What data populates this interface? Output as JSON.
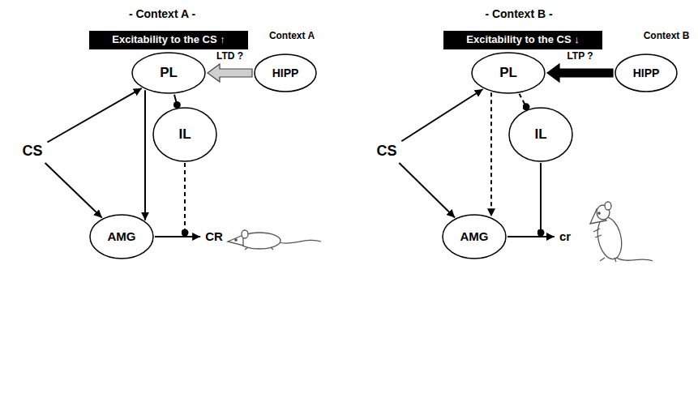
{
  "diagram": {
    "nodes": [
      {
        "text": [
          "Excitability to the CS ↑"
        ]
      },
      {
        "text": [
          "PL"
        ]
      },
      {
        "text": [
          "HIPP"
        ]
      },
      {
        "text": [
          "CS"
        ]
      },
      {
        "text": [
          "IL"
        ]
      },
      {
        "text": [
          "AMG"
        ]
      },
      {
        "text": [
          "CR"
        ]
      },
      {
        "text": [
          "Excitability to the CS ↓"
        ]
      },
      {
        "text": [
          "PL"
        ]
      },
      {
        "text": [
          "HIPP"
        ]
      },
      {
        "text": [
          "CS"
        ]
      },
      {
        "text": [
          "IL"
        ]
      },
      {
        "text": [
          "AMG"
        ]
      },
      {
        "text": [
          "cr"
        ]
      }
    ],
    "edges": [
      {
        "from": 3,
        "to": 1,
        "arrow": "to"
      },
      {
        "from": 3,
        "to": 5,
        "arrow": "to"
      },
      {
        "from": 1,
        "to": 5,
        "arrow": "to"
      },
      {
        "from": 1,
        "to": 4,
        "arrow": "to"
      },
      {
        "from": 4,
        "to": 6,
        "arrow": "to"
      },
      {
        "from": 5,
        "to": 6,
        "arrow": "to"
      },
      {
        "from": 2,
        "to": 1,
        "label": "LTD ?",
        "arrow": "to"
      },
      {
        "from": 10,
        "to": 8,
        "arrow": "to"
      },
      {
        "from": 10,
        "to": 12,
        "arrow": "to"
      },
      {
        "from": 8,
        "to": 12,
        "arrow": "to"
      },
      {
        "from": 8,
        "to": 11,
        "arrow": "to"
      },
      {
        "from": 11,
        "to": 13,
        "arrow": "to"
      },
      {
        "from": 12,
        "to": 13,
        "arrow": "to"
      },
      {
        "from": 9,
        "to": 8,
        "label": "LTP ?",
        "arrow": "to"
      }
    ],
    "labels": [
      "- Context A -",
      "Context A",
      "- Context B -",
      "Context B"
    ]
  }
}
